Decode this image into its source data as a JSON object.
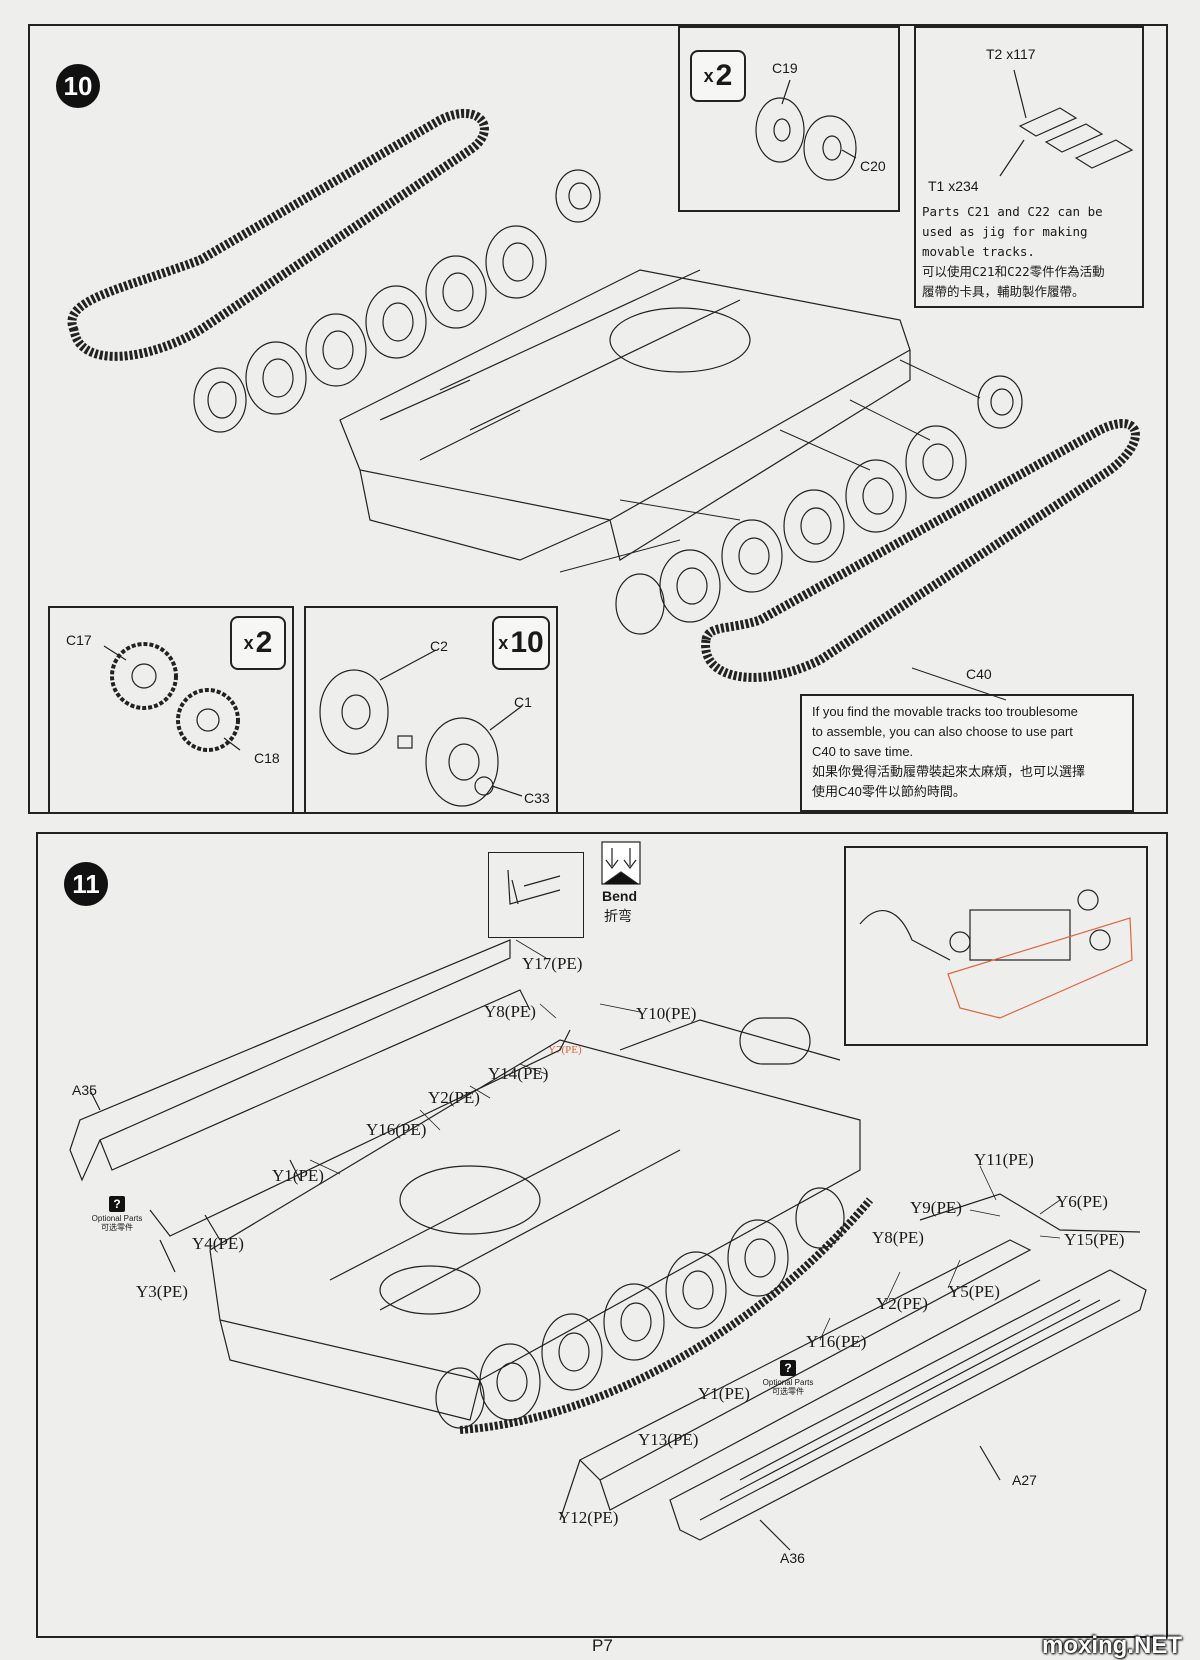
{
  "page_number": "P7",
  "watermark": "moxing.NET",
  "steps": [
    {
      "number": "10",
      "multipliers": {
        "c19_c20": "2",
        "c17_c18": "2",
        "c1_c2": "10"
      },
      "parts": {
        "c19": "C19",
        "c20": "C20",
        "c17": "C17",
        "c18": "C18",
        "c2": "C2",
        "c1": "C1",
        "c33": "C33",
        "c40": "C40",
        "t2": "T2 x117",
        "t1": "T1 x234"
      },
      "track_note": {
        "lines": [
          "Parts C21 and C22 can be",
          "used as jig for making",
          "movable tracks.",
          "可以使用C21和C22零件作為活動",
          "履帶的卡具，輔助製作履帶。"
        ]
      },
      "c40_note": {
        "lines": [
          "If you find the movable tracks too troublesome",
          "to assemble, you can also choose to use part",
          "C40 to save time.",
          "如果你覺得活動履帶裝起來太麻煩，也可以選擇",
          "使用C40零件以節約時間。"
        ]
      }
    },
    {
      "number": "11",
      "bend": {
        "en": "Bend",
        "zh": "折弯"
      },
      "optional": {
        "en": "Optional Parts",
        "zh": "可选零件"
      },
      "parts_left": {
        "y17": "Y17(PE)",
        "y8": "Y8(PE)",
        "y10": "Y10(PE)",
        "y7": "Y7(PE)",
        "y14": "Y14(PE)",
        "y2": "Y2(PE)",
        "a35": "A35",
        "y16": "Y16(PE)",
        "y1": "Y1(PE)",
        "y4": "Y4(PE)",
        "y3": "Y3(PE)"
      },
      "parts_right": {
        "y11": "Y11(PE)",
        "y9": "Y9(PE)",
        "y6": "Y6(PE)",
        "y8": "Y8(PE)",
        "y15": "Y15(PE)",
        "y5": "Y5(PE)",
        "y2": "Y2(PE)",
        "y16": "Y16(PE)",
        "y1": "Y1(PE)",
        "y13": "Y13(PE)",
        "a27": "A27",
        "y12": "Y12(PE)",
        "a36": "A36"
      }
    }
  ],
  "colors": {
    "line": "#222222",
    "highlight": "#e0643c",
    "paper": "#eeeeed"
  }
}
